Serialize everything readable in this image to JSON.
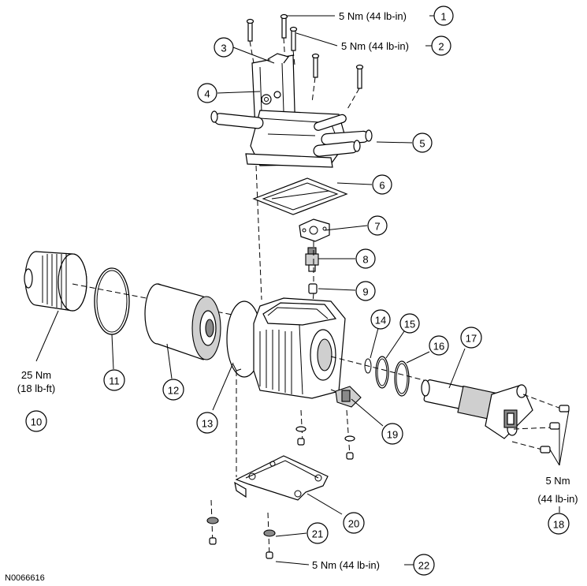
{
  "figure_id": "N0066616",
  "callouts": [
    {
      "num": "1",
      "torque": "5 Nm (44 lb-in)"
    },
    {
      "num": "2",
      "torque": "5 Nm (44 lb-in)"
    },
    {
      "num": "3"
    },
    {
      "num": "4"
    },
    {
      "num": "5"
    },
    {
      "num": "6"
    },
    {
      "num": "7"
    },
    {
      "num": "8"
    },
    {
      "num": "9"
    },
    {
      "num": "10",
      "torque_line1": "25 Nm",
      "torque_line2": "(18 lb-ft)"
    },
    {
      "num": "11"
    },
    {
      "num": "12"
    },
    {
      "num": "13"
    },
    {
      "num": "14"
    },
    {
      "num": "15"
    },
    {
      "num": "16"
    },
    {
      "num": "17"
    },
    {
      "num": "18",
      "torque_line1": "5 Nm",
      "torque_line2": "(44 lb-in)"
    },
    {
      "num": "19"
    },
    {
      "num": "20"
    },
    {
      "num": "21"
    },
    {
      "num": "22",
      "torque": "5 Nm (44 lb-in)"
    }
  ]
}
